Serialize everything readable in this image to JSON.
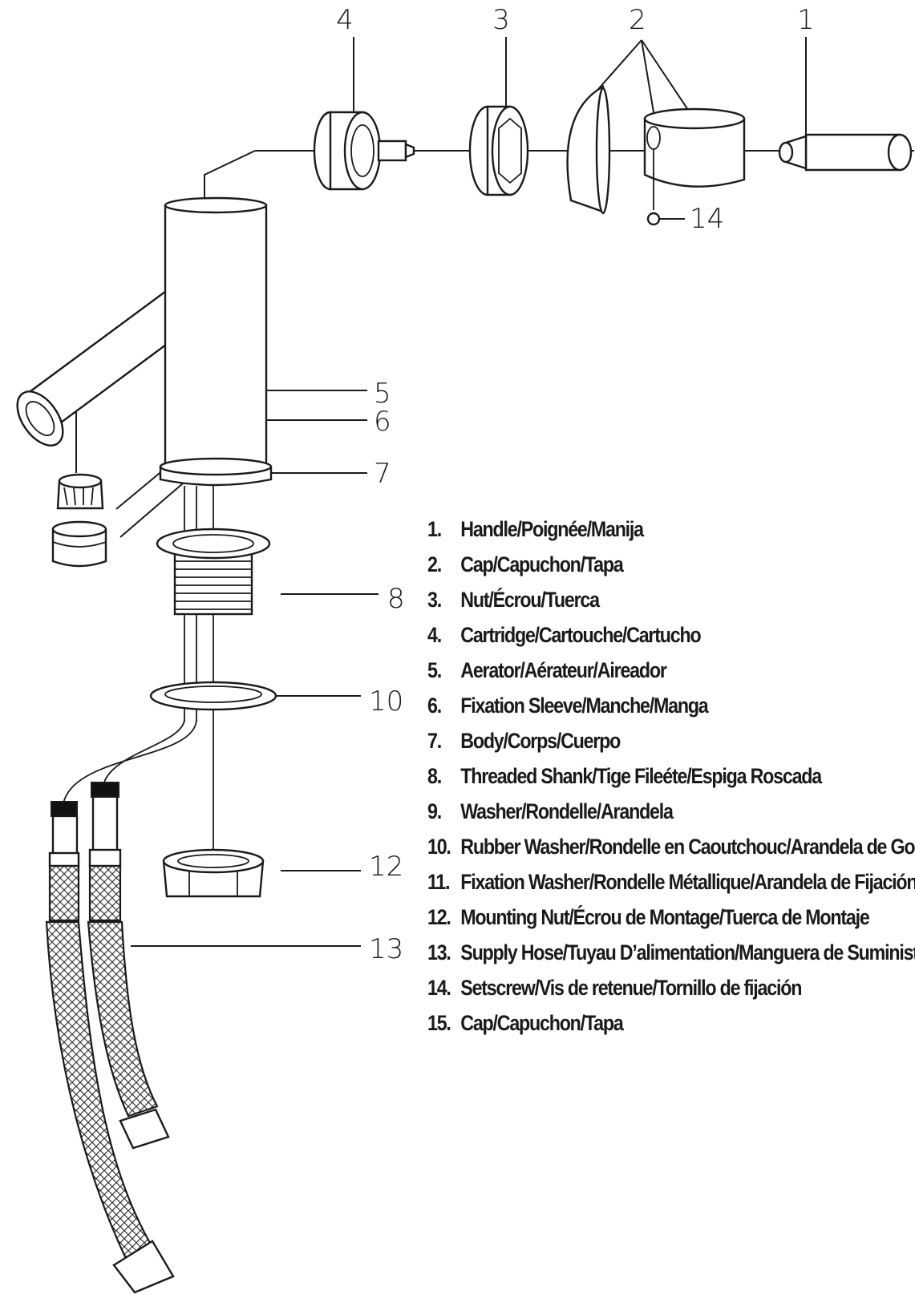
{
  "callouts": {
    "c1": "1",
    "c2": "2",
    "c3": "3",
    "c4": "4",
    "c5": "5",
    "c6": "6",
    "c7": "7",
    "c8": "8",
    "c10": "10",
    "c12": "12",
    "c13": "13",
    "c14": "14"
  },
  "parts": [
    {
      "num": "1.",
      "label": "Handle/Poignée/Manija"
    },
    {
      "num": "2.",
      "label": "Cap/Capuchon/Tapa"
    },
    {
      "num": "3.",
      "label": "Nut/Écrou/Tuerca"
    },
    {
      "num": "4.",
      "label": "Cartridge/Cartouche/Cartucho"
    },
    {
      "num": "5.",
      "label": "Aerator/Aérateur/Aireador"
    },
    {
      "num": "6.",
      "label": "Fixation Sleeve/Manche/Manga"
    },
    {
      "num": "7.",
      "label": "Body/Corps/Cuerpo"
    },
    {
      "num": "8.",
      "label": "Threaded Shank/Tige Fileéte/Espiga Roscada"
    },
    {
      "num": "9.",
      "label": "Washer/Rondelle/Arandela"
    },
    {
      "num": "10.",
      "label": "Rubber Washer/Rondelle en Caoutchouc/Arandela de Goma"
    },
    {
      "num": "11.",
      "label": "Fixation Washer/Rondelle Métallique/Arandela de Fijación"
    },
    {
      "num": "12.",
      "label": "Mounting Nut/Écrou de Montage/Tuerca de Montaje"
    },
    {
      "num": "13.",
      "label": "Supply Hose/Tuyau D’alimentation/Manguera de Suministro"
    },
    {
      "num": "14.",
      "label": "Setscrew/Vis de retenue/Tornillo de fijación"
    },
    {
      "num": "15.",
      "label": "Cap/Capuchon/Tapa"
    }
  ]
}
